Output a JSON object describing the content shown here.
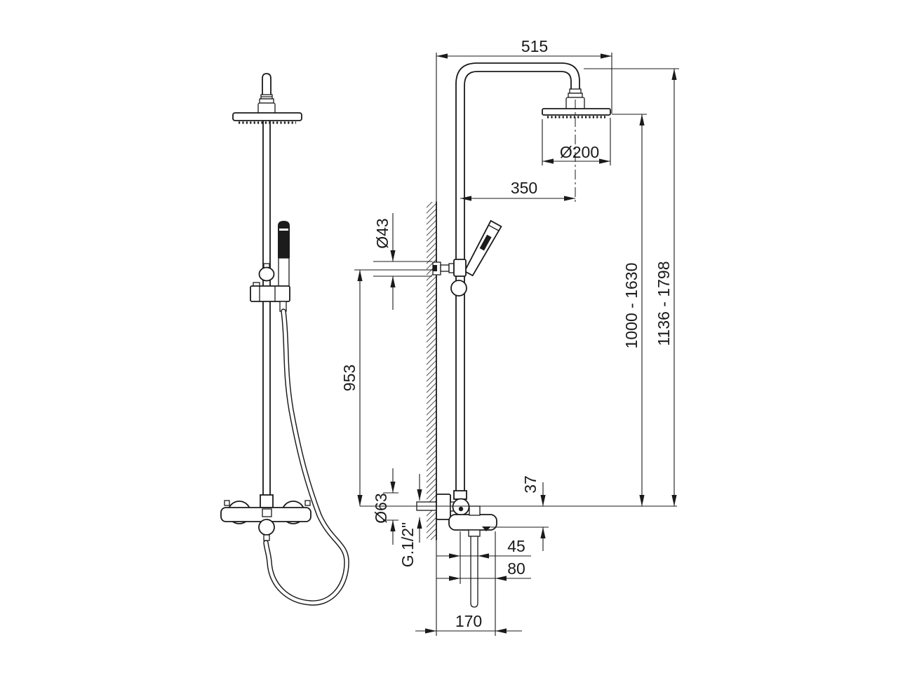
{
  "drawing": {
    "background_color": "#ffffff",
    "line_color": "#1a1a1a",
    "views": [
      "front-elevation",
      "side-elevation-with-wall"
    ]
  },
  "dimensions": {
    "arm_reach": "515",
    "head_diameter": "Ø200",
    "head_offset": "350",
    "bracket_diameter": "Ø43",
    "riser_length": "953",
    "head_height_range": "1000 - 1630",
    "total_height_range": "1136 - 1798",
    "body_drop": "37",
    "escutcheon_diameter": "Ø63",
    "connection_thread": "G.1/2\"",
    "outlet_offset": "45",
    "body_depth": "80",
    "base_depth": "170"
  }
}
